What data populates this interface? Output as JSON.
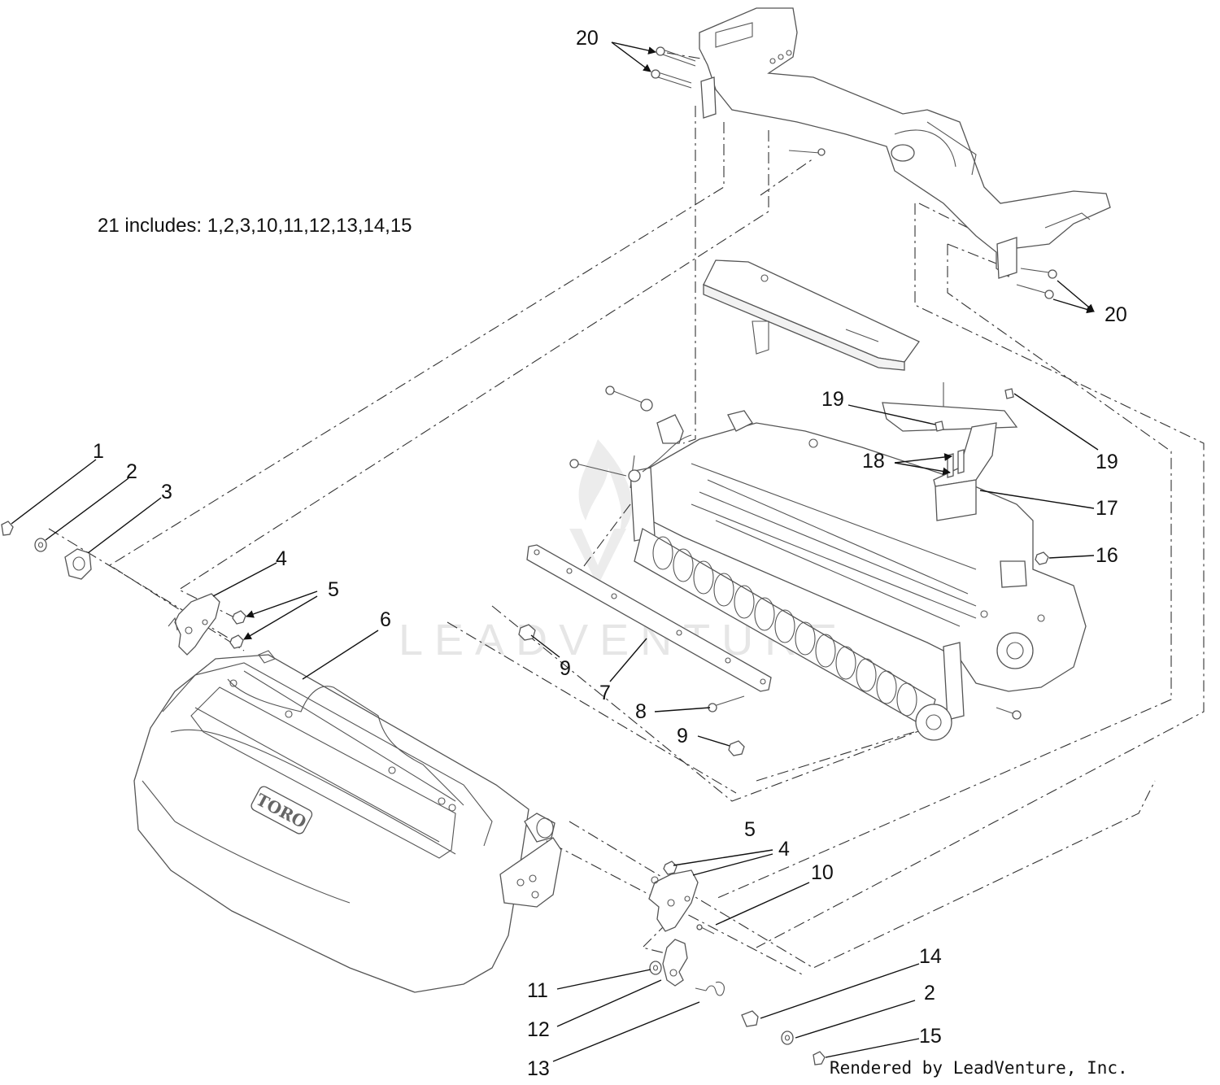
{
  "note": "21 includes: 1,2,3,10,11,12,13,14,15",
  "watermark": "LEADVENTURE",
  "credit": "Rendered by LeadVenture, Inc.",
  "logo_text": "TORO",
  "callouts": {
    "c1": "1",
    "c2a": "2",
    "c3": "3",
    "c4a": "4",
    "c5a": "5",
    "c6": "6",
    "c7": "7",
    "c8": "8",
    "c9a": "9",
    "c9b": "9",
    "c5b": "5",
    "c4b": "4",
    "c10": "10",
    "c11": "11",
    "c12": "12",
    "c13": "13",
    "c14": "14",
    "c2b": "2",
    "c15": "15",
    "c16": "16",
    "c17": "17",
    "c18": "18",
    "c19a": "19",
    "c19b": "19",
    "c20a": "20",
    "c20b": "20"
  }
}
